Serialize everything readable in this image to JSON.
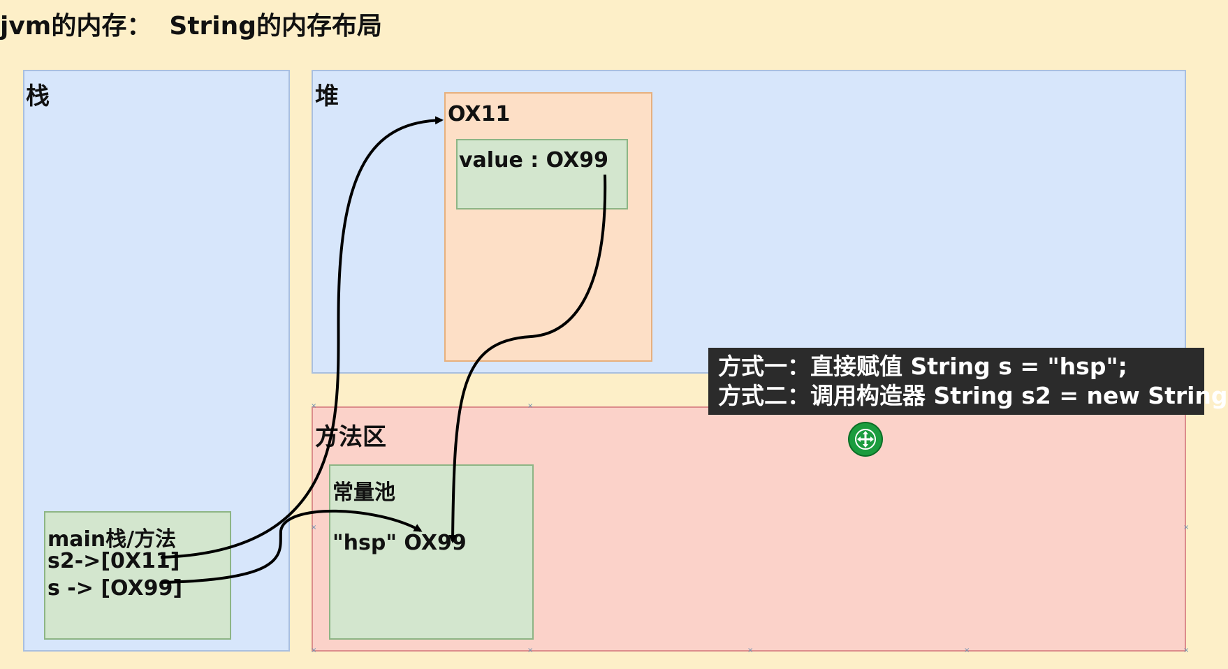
{
  "title": "jvm的内存：  String的内存布局",
  "stack": {
    "label": "栈",
    "frame": {
      "title": "main栈/方法",
      "line1": "s2->[0X11]",
      "line2": "s -> [OX99]"
    }
  },
  "heap": {
    "label": "堆",
    "object": {
      "address": "OX11",
      "value_field": "value : OX99"
    }
  },
  "method_area": {
    "label": "方法区",
    "constant_pool": {
      "label": "常量池",
      "entry": "\"hsp\" OX99"
    }
  },
  "tooltip": {
    "line1": "方式一：直接赋值 String s = \"hsp\";",
    "line2": "方式二：调用构造器 String s2 = new String"
  },
  "colors": {
    "background": "#fdefc8",
    "stack_heap_fill": "#d7e6fb",
    "method_area_fill": "#fbd2c9",
    "object_fill": "#fddfc6",
    "inner_box_fill": "#d3e6ce",
    "tooltip_bg": "#2b2b2b",
    "move_handle": "#1a9c3e"
  },
  "icons": {
    "move_handle": "move-icon"
  }
}
